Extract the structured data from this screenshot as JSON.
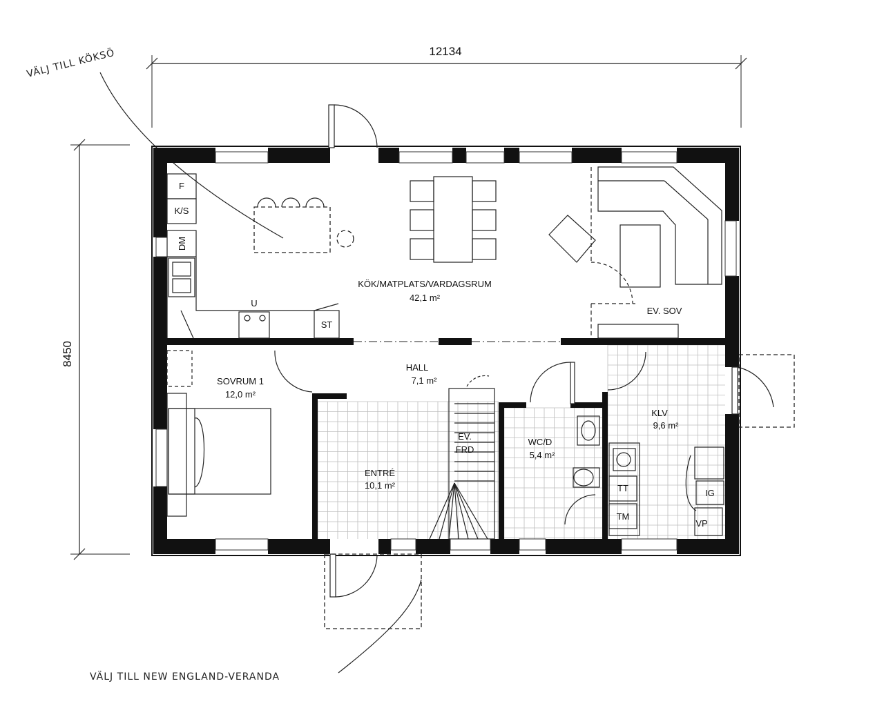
{
  "dimensions": {
    "width": "12134",
    "height": "8450"
  },
  "notes": {
    "kitchen_island": "VÄLJ TILL KÖKSÖ",
    "veranda": "VÄLJ TILL NEW ENGLAND-VERANDA"
  },
  "rooms": {
    "kitchen_living": {
      "name": "KÖK/MATPLATS/VARDAGSRUM",
      "area": "42,1 m²"
    },
    "optional_bedroom": {
      "name": "EV. SOV"
    },
    "hall": {
      "name": "HALL",
      "area": "7,1 m²"
    },
    "bedroom1": {
      "name": "SOVRUM 1",
      "area": "12,0 m²"
    },
    "entrance": {
      "name": "ENTRÉ",
      "area": "10,1 m²"
    },
    "stair_storage": {
      "line1": "EV.",
      "line2": "FRD"
    },
    "wc": {
      "name": "WC/D",
      "area": "5,4 m²"
    },
    "utility": {
      "name": "KLV",
      "area": "9,6 m²"
    }
  },
  "fixtures": {
    "fridge": "F",
    "fridge_freezer": "K/S",
    "microwave": "DM",
    "oven": "U",
    "closet_st": "ST",
    "dryer": "TT",
    "washer": "TM",
    "ig": "IG",
    "vp": "VP"
  }
}
